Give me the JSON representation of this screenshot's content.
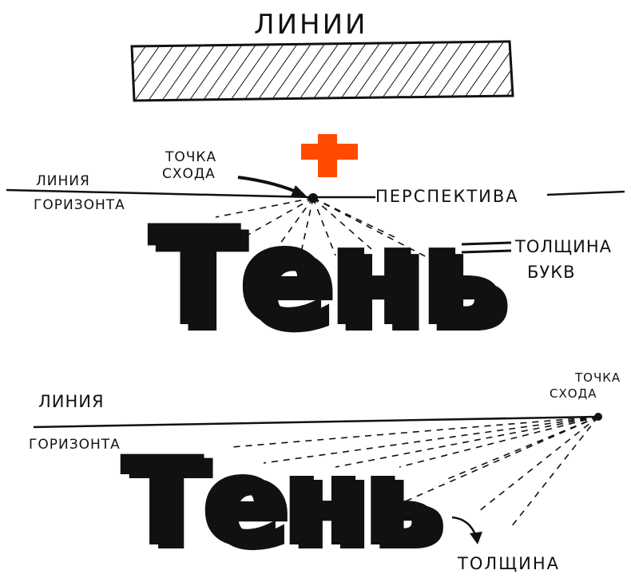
{
  "title": "ЛИНИИ",
  "top": {
    "vanishing_point_label_1": "ТОЧКА",
    "vanishing_point_label_2": "СХОДА",
    "horizon_label_1": "ЛИНИЯ",
    "horizon_label_2": "ГОРИЗОНТА",
    "perspective_label": "ПЕРСПЕКТИВА",
    "word": "Тень",
    "thickness_label_1": "ТОЛЩИНА",
    "thickness_label_2": "БУКВ"
  },
  "bottom": {
    "vanishing_point_label_1": "ТОЧКА",
    "vanishing_point_label_2": "СХОДА",
    "horizon_label_1": "ЛИНИЯ",
    "horizon_label_2": "ГОРИЗОНТА",
    "word": "Тень",
    "thickness_label": "ТОЛЩИНА"
  },
  "colors": {
    "ink": "#111111",
    "cross": "#ff4a00",
    "hatch_fill": "#ffffff"
  },
  "icons": [
    "plus-cross-icon",
    "vanishing-point-dot-icon"
  ]
}
